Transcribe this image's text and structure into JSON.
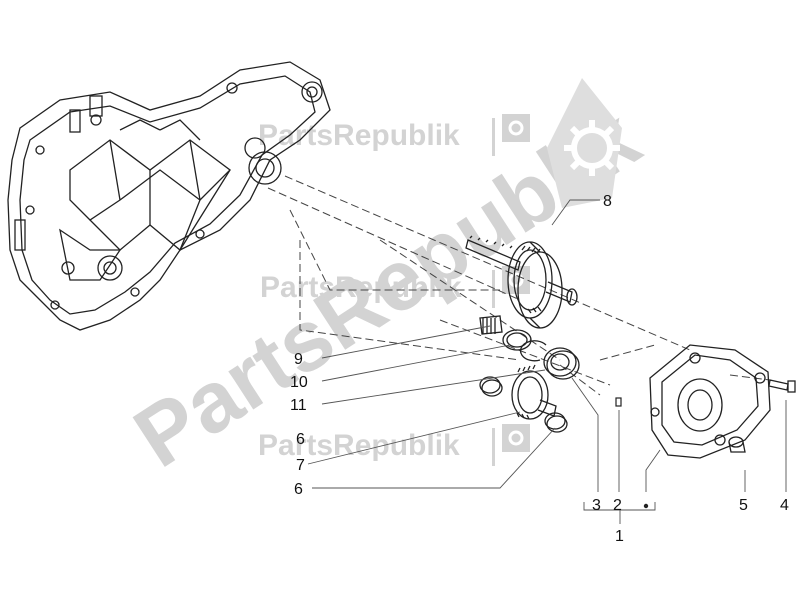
{
  "watermark": {
    "brand": "PartsRepublik",
    "color": "#d3d3d3"
  },
  "callouts": {
    "c1": "1",
    "c2": "2",
    "c3": "3",
    "c4": "4",
    "c5": "5",
    "c6a": "6",
    "c6b": "6",
    "c7": "7",
    "c8": "8",
    "c9": "9",
    "c10": "10",
    "c11": "11"
  },
  "colors": {
    "line": "#222222",
    "leader": "#555555",
    "paper": "#ffffff"
  }
}
